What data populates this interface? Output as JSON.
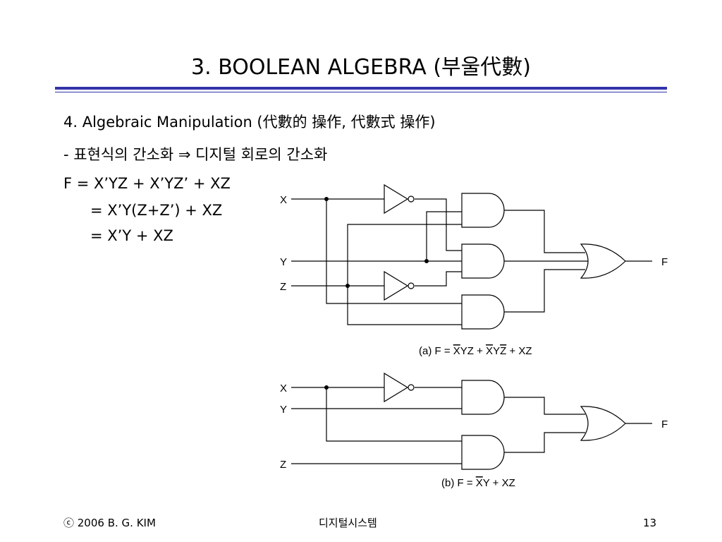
{
  "slide": {
    "title": "3.  BOOLEAN  ALGEBRA (부울代數)",
    "subtitle": "4.  Algebraic Manipulation (代數的 操作, 代數式 操作)",
    "bullet": "- 표현식의 간소화 ⇒ 디지털  회로의 간소화",
    "equations": [
      "F  = X’YZ + X’YZ’ + XZ",
      "= X’Y(Z+Z’) + XZ",
      "= X’Y + XZ"
    ]
  },
  "diagram_a": {
    "inputs": [
      "X",
      "Y",
      "Z"
    ],
    "output": "F",
    "caption_prefix": "(a)  F = ",
    "caption_terms": [
      "X",
      "YZ + ",
      "X",
      "Y",
      "Z",
      " + XZ"
    ]
  },
  "diagram_b": {
    "inputs": [
      "X",
      "Y",
      "Z"
    ],
    "output": "F",
    "caption_prefix": "(b)  F = ",
    "caption_terms": [
      "X",
      "Y + XZ"
    ]
  },
  "footer": {
    "copyright": "ⓒ 2006  B. G. KIM",
    "course": "디지털시스템",
    "page": "13"
  },
  "colors": {
    "rule": "#3333aa"
  }
}
